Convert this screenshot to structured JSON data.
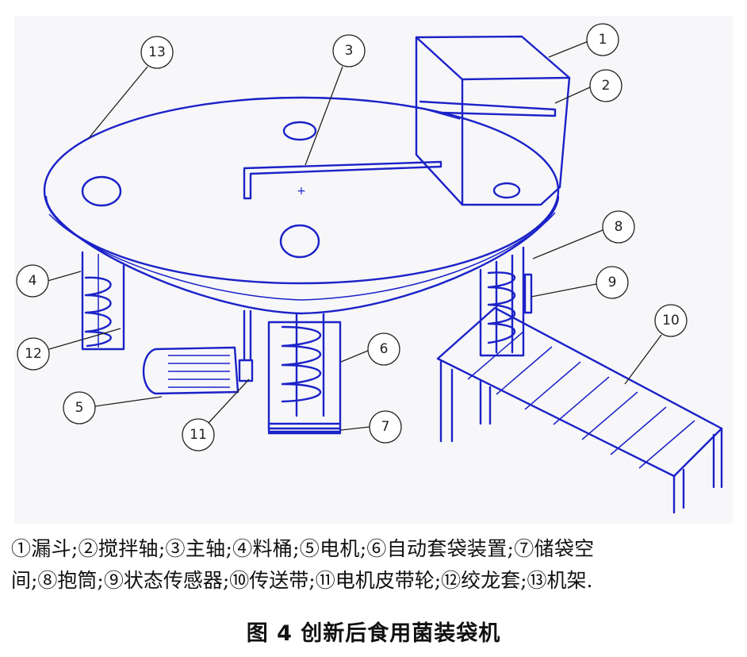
{
  "diagram": {
    "accent_color": "#1b22c8",
    "callouts": [
      {
        "id": "c1",
        "label": "1"
      },
      {
        "id": "c2",
        "label": "2"
      },
      {
        "id": "c3",
        "label": "3"
      },
      {
        "id": "c4",
        "label": "4"
      },
      {
        "id": "c5",
        "label": "5"
      },
      {
        "id": "c6",
        "label": "6"
      },
      {
        "id": "c7",
        "label": "7"
      },
      {
        "id": "c8",
        "label": "8"
      },
      {
        "id": "c9",
        "label": "9"
      },
      {
        "id": "c10",
        "label": "10"
      },
      {
        "id": "c11",
        "label": "11"
      },
      {
        "id": "c12",
        "label": "12"
      },
      {
        "id": "c13",
        "label": "13"
      }
    ]
  },
  "legend": {
    "line1": "①漏斗;②搅拌轴;③主轴;④料桶;⑤电机;⑥自动套袋装置;⑦储袋空",
    "line2": "间;⑧抱筒;⑨状态传感器;⑩传送带;⑪电机皮带轮;⑫绞龙套;⑬机架."
  },
  "caption": "图 4  创新后食用菌装袋机"
}
